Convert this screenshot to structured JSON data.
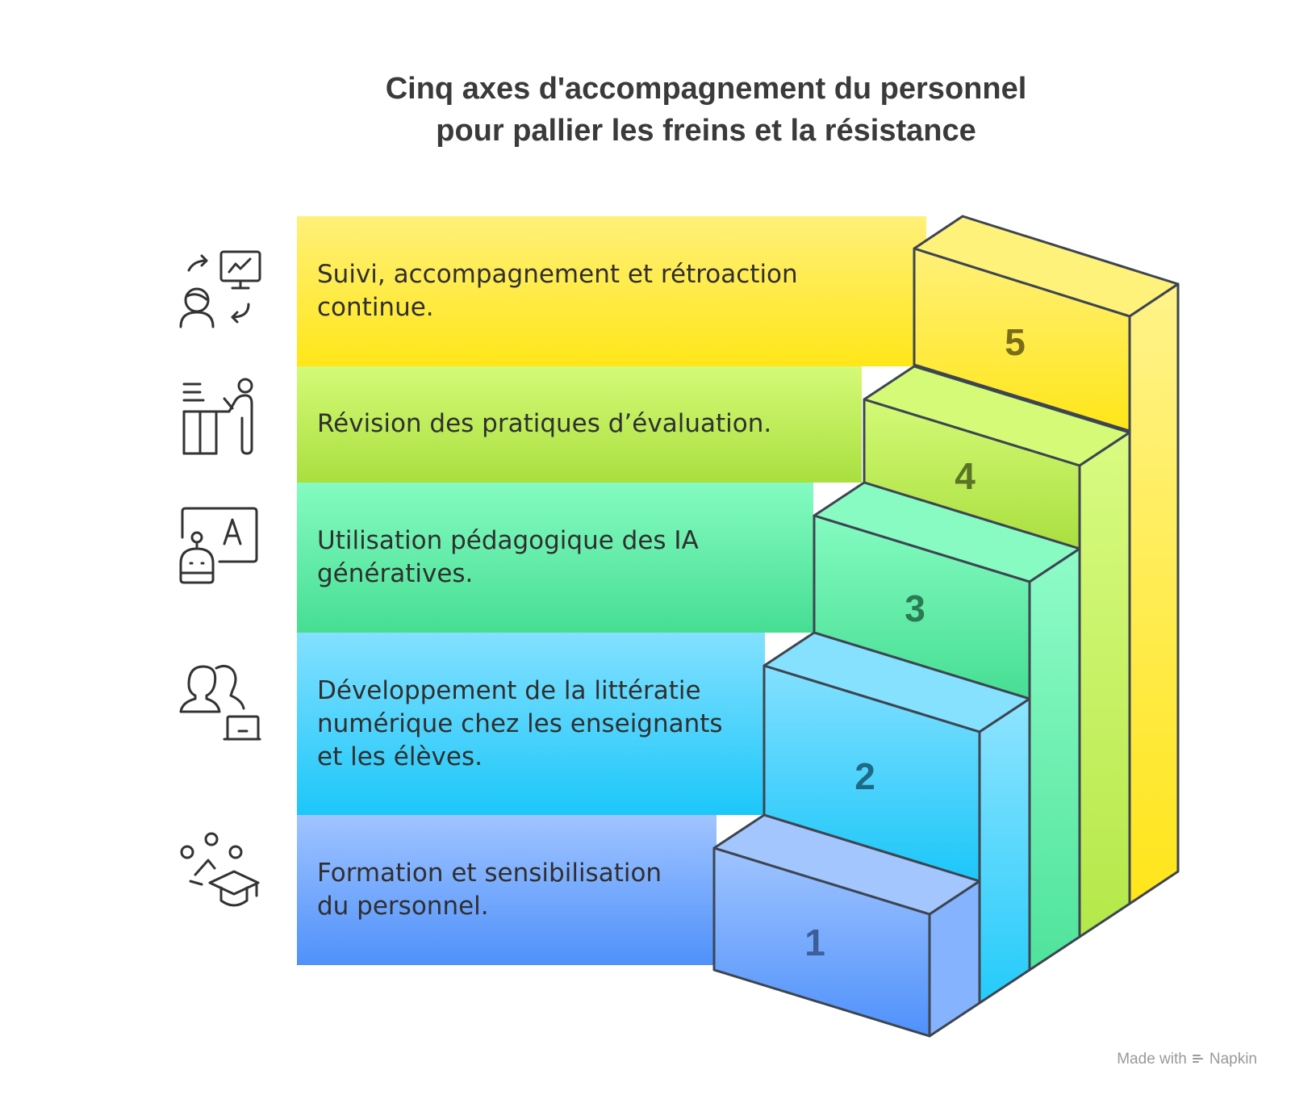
{
  "title": {
    "line1": "Cinq axes d'accompagnement du personnel",
    "line2": "pour pallier les freins et la résistance"
  },
  "steps": [
    {
      "number": "5",
      "line1": "Suivi, accompagnement et rétroaction",
      "line2": "continue.",
      "line3": "",
      "icon": "feedback-loop-icon",
      "color_top": "#fff079",
      "color_bottom": "#ffe619"
    },
    {
      "number": "4",
      "line1": "Révision des pratiques d’évaluation.",
      "line2": "",
      "line3": "",
      "icon": "teacher-at-board-icon",
      "color_top": "#d4fa77",
      "color_bottom": "#a9df3f"
    },
    {
      "number": "3",
      "line1": "Utilisation pédagogique des IA",
      "line2": "génératives.",
      "line3": "",
      "icon": "ai-robot-board-icon",
      "color_top": "#85fbc1",
      "color_bottom": "#46de93"
    },
    {
      "number": "2",
      "line1": "Développement de la littératie",
      "line2": "numérique chez les enseignants",
      "line3": "et les élèves.",
      "icon": "people-laptop-icon",
      "color_top": "#84e0ff",
      "color_bottom": "#1cc7f9"
    },
    {
      "number": "1",
      "line1": "Formation et sensibilisation",
      "line2": "du personnel.",
      "line3": "",
      "icon": "graduation-cap-icon",
      "color_top": "#a0c4ff",
      "color_bottom": "#4f91fb"
    }
  ],
  "footer": {
    "made_with": "Made with",
    "brand": "Napkin"
  }
}
